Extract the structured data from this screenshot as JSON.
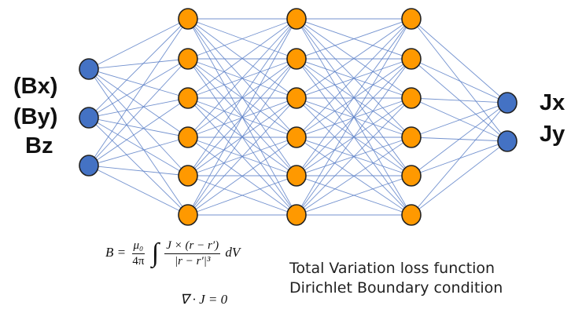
{
  "inputs": {
    "labels": [
      "(Bx)",
      "(By)",
      "Bz"
    ]
  },
  "outputs": {
    "labels": [
      "Jx",
      "Jy"
    ]
  },
  "network": {
    "layer_sizes": [
      3,
      6,
      6,
      6,
      2
    ],
    "colors": {
      "io_node": "#4472C4",
      "hidden_node": "#FF9900",
      "node_outline": "#222222",
      "edge": "#5B7FC7"
    }
  },
  "equations": {
    "biot_lhs": "B =",
    "mu_num": "μ₀",
    "mu_den": "4π",
    "integral_sign": "∫",
    "integrand_num": "J × (r − r′)",
    "integrand_den": "|r − r′|³",
    "dv": "dV",
    "divergence": "∇ · J = 0"
  },
  "notes": {
    "loss": "Total Variation loss function",
    "boundary": "Dirichlet Boundary condition"
  }
}
